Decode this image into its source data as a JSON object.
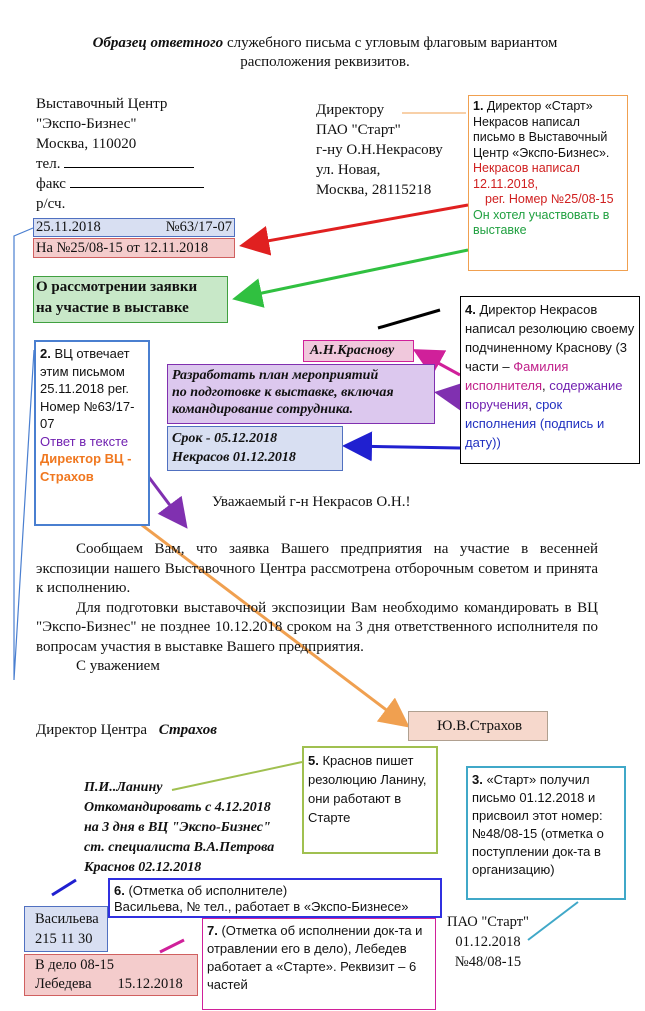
{
  "title": {
    "bold": "Образец ответного",
    "rest": " служебного письма с угловым флаговым вариантом",
    "line2": "расположения реквизитов."
  },
  "sender": {
    "l1": "Выставочный Центр",
    "l2": "\"Экспо-Бизнес\"",
    "l3": "Москва, 110020",
    "tel": "тел.",
    "fax": "факс",
    "rs": "р/сч."
  },
  "recipient": {
    "l1": "Директору",
    "l2": "ПАО \"Старт\"",
    "l3": "г-ну О.Н.Некрасову",
    "l4": "ул. Новая,",
    "l5": "Москва, 28115218"
  },
  "reg": {
    "date": "25.11.2018",
    "number": "№63/17-07",
    "ref": "На №25/08-15 от 12.11.2018"
  },
  "heading": {
    "l1": "О рассмотрении заявки",
    "l2": "на участие в выставке"
  },
  "resolution": {
    "executor": "А.Н.Краснову",
    "task1": "Разработать план мероприятий",
    "task2": "по подготовке к выставке, включая",
    "task3": "командирование сотрудника.",
    "deadline": "Срок - 05.12.2018",
    "sign": "Некрасов   01.12.2018"
  },
  "notes": {
    "n1": {
      "num": "1.",
      "a": " Директор «Старт» Некрасов написал письмо в Выставочный Центр «Экспо-Бизнес».",
      "b": "Некрасов написал 12.11.2018,",
      "c": "рег. Номер №25/08-15",
      "d": "Он хотел участвовать в выставке"
    },
    "n2": {
      "num": "2.",
      "a": " ВЦ отвечает этим письмом 25.11.2018 рег. Номер №63/17-07",
      "b": "Ответ в тексте",
      "c": "Директор ВЦ - Страхов"
    },
    "n4": {
      "num": "4.",
      "a": " Директор Некрасов написал резолюцию своему подчиненному Краснову (3 части –",
      "b": "Фамилия исполнителя",
      "c": "содержание поручения",
      "d": "срок исполнения",
      "e": "(подпись и дату))"
    },
    "n5": {
      "num": "5.",
      "a": " Краснов пишет резолюцию Ланину, они работают в Старте"
    },
    "n3": {
      "num": "3.",
      "a": " «Старт» получил письмо 01.12.2018 и присвоил этот номер: №48/08-15 (отметка о поступлении док-та в организацию)"
    },
    "n6": {
      "num": "6.",
      "a": " (Отметка об исполнителе)",
      "b": "Васильева, № тел., работает в «Экспо-Бизнесе»"
    },
    "n7": {
      "num": "7.",
      "a": " (Отметка об исполнении док-та и отравлении его в дело), Лебедев работает а «Старте». Реквизит – 6 частей"
    }
  },
  "greeting": "Уважаемый г-н Некрасов О.Н.!",
  "body": {
    "p1": "Сообщаем Вам, что заявка Вашего предприятия на участие в весенней экспозиции нашего Выставочного Центра рассмотрена отборочным советом и принята к исполнению.",
    "p2": "Для подготовки выставочной экспозиции Вам необходимо командировать в ВЦ \"Экспо-Бизнес\" не позднее 10.12.2018 сроком на 3 дня ответственного исполнителя по вопросам участия в выставке Вашего предприятия.",
    "p3": "С уважением"
  },
  "signature": {
    "position": "Директор Центра",
    "sign": "Страхов",
    "name": "Ю.В.Страхов"
  },
  "resolution2": {
    "l1": "П.И..Ланину",
    "l2": "Откомандировать с 4.12.2018",
    "l3": "на 3 дня в ВЦ \"Экспо-Бизнес\"",
    "l4": "ст. специалиста В.А.Петрова",
    "l5": "Краснов 02.12.2018"
  },
  "executor": {
    "name": "Васильева",
    "phone": "215 11 30"
  },
  "filing": {
    "l1": "В дело 08-15",
    "l2": "Лебедева",
    "date": "15.12.2018"
  },
  "receipt": {
    "l1": "ПАО \"Старт\"",
    "l2": "01.12.2018",
    "l3": "№48/08-15"
  }
}
